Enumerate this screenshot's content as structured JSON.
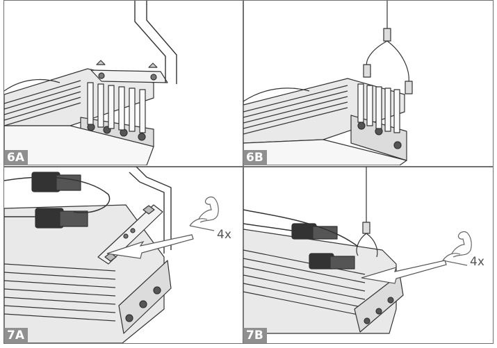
{
  "panels": [
    {
      "id": "6A",
      "label": "6A"
    },
    {
      "id": "6B",
      "label": "6B"
    },
    {
      "id": "7A",
      "label": "7A",
      "count": "4x"
    },
    {
      "id": "7B",
      "label": "7B",
      "count": "4x"
    }
  ],
  "colors": {
    "border": "#6f6f6f",
    "label_bg": "#8f8f8f",
    "label_text": "#ffffff",
    "arrow": "#ffffff",
    "line": "#333333"
  },
  "icons": [
    "flexed-arm-icon",
    "arrow-icon"
  ]
}
